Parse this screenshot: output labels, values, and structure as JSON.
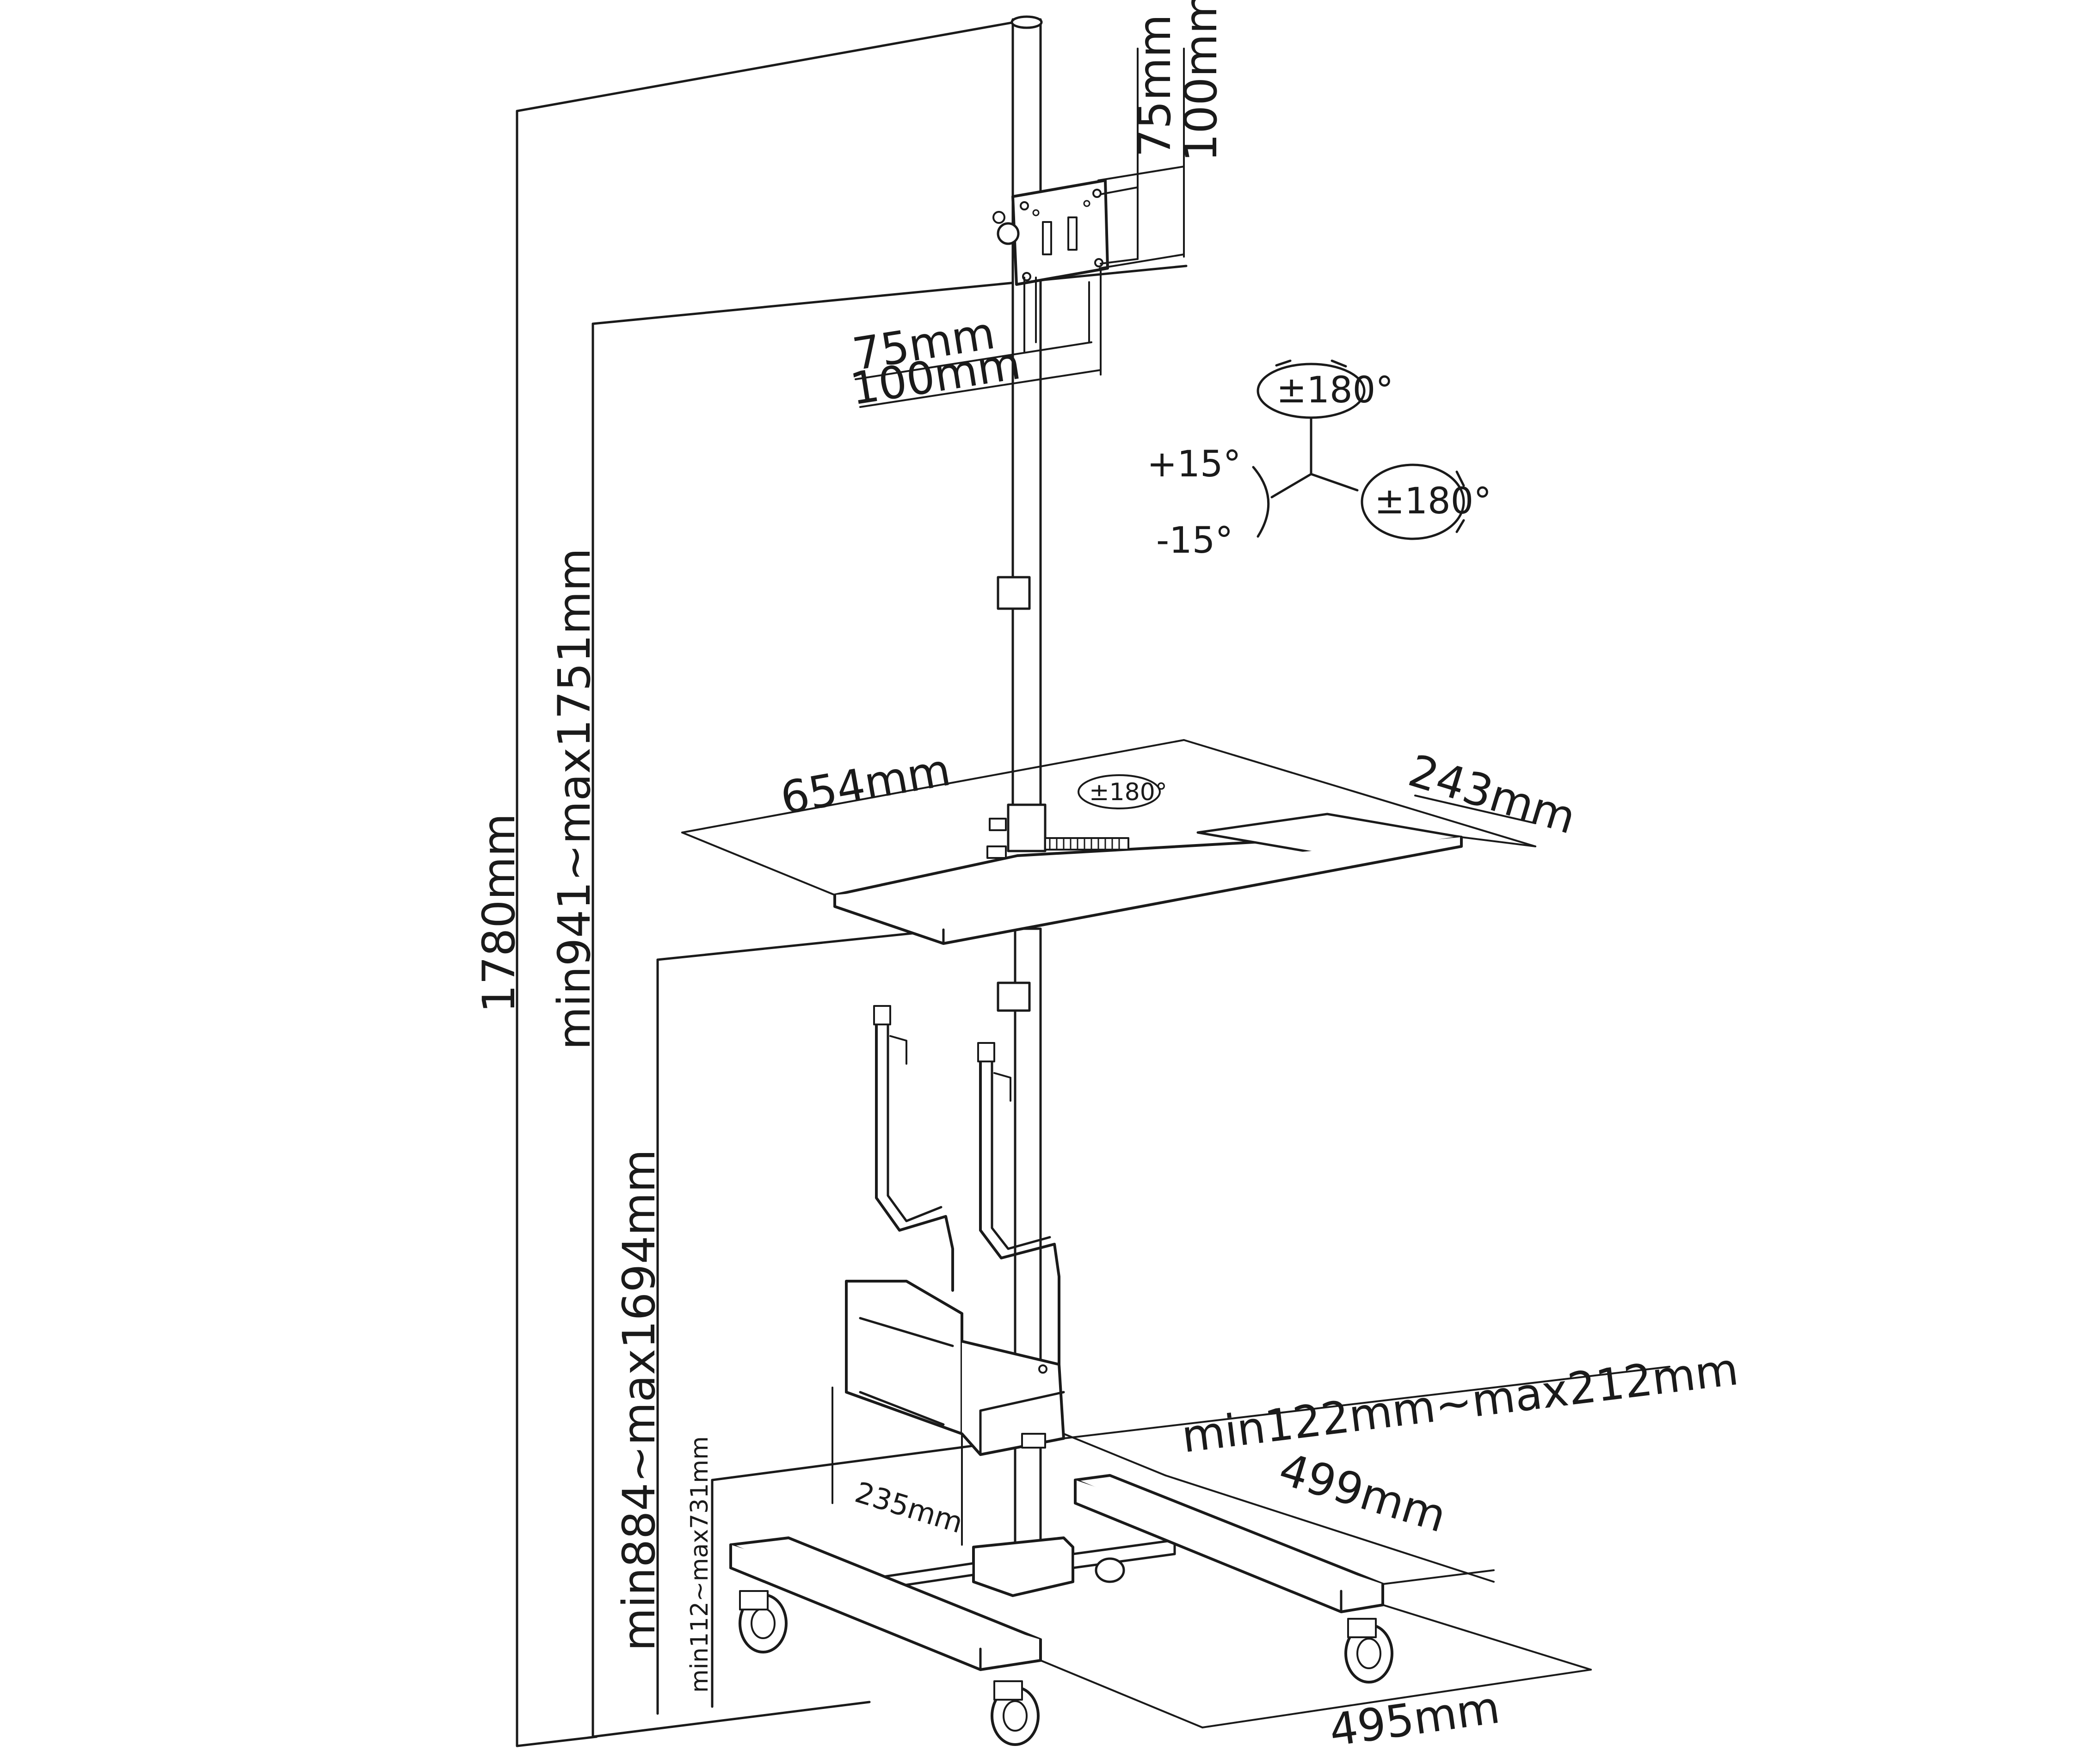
{
  "diagram": {
    "heights": {
      "total": "1780mm",
      "monitor_mount": "min941~max1751mm",
      "tray": "min884~max1694mm",
      "cpu_holder": "min112~max731mm"
    },
    "vesa": {
      "v_small": "75mm",
      "v_large": "100mm",
      "h_small": "75mm",
      "h_large": "100mm"
    },
    "rotation": {
      "swivel_top": "±180°",
      "rotate_side": "±180°",
      "tilt_up": "+15°",
      "tilt_down": "-15°",
      "tray_swivel": "±180°"
    },
    "tray": {
      "width": "654mm",
      "depth": "243mm"
    },
    "cpu_holder": {
      "width_range": "min122mm~max212mm",
      "depth": "235mm"
    },
    "base": {
      "length": "499mm",
      "width": "495mm"
    }
  }
}
